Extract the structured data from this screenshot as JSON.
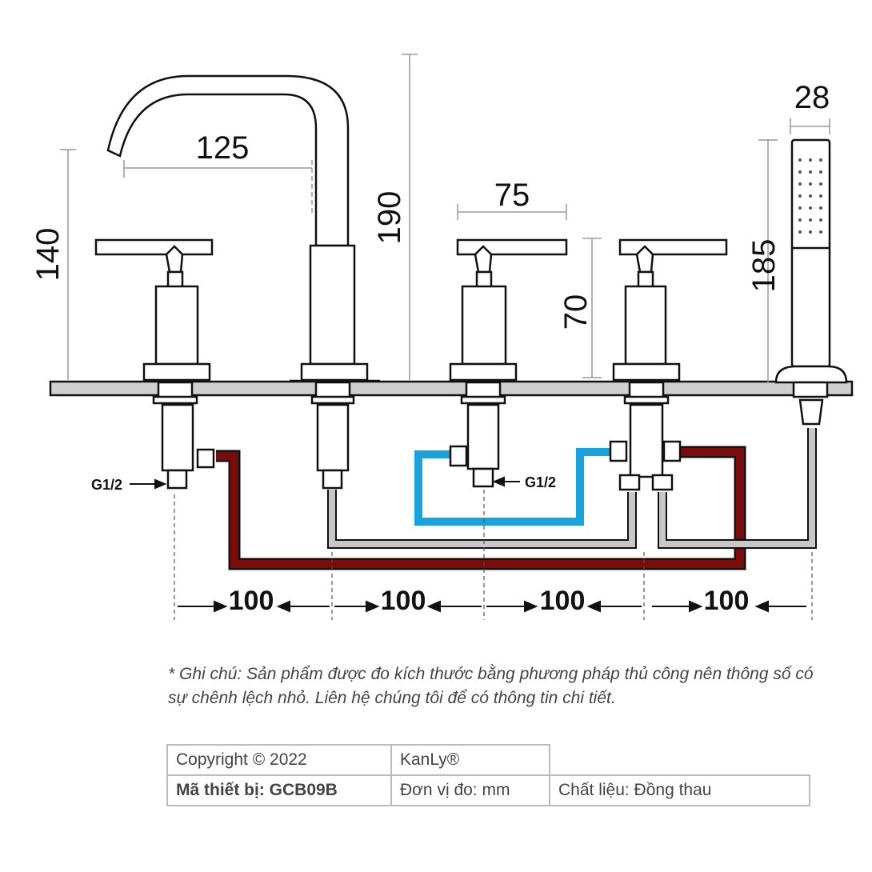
{
  "dimensions": {
    "spout_reach": "125",
    "handle_height": "140",
    "spout_height": "190",
    "handle_width": "75",
    "valve_height": "70",
    "handshower_height": "185",
    "handshower_width": "28",
    "spacing": [
      "100",
      "100",
      "100",
      "100"
    ]
  },
  "labels": {
    "inlet_left": "G1/2",
    "inlet_center": "G1/2"
  },
  "colors": {
    "hot_pipe": "#7a0c0c",
    "cold_pipe": "#19a3dd",
    "mixed_pipe": "#c8c8c8",
    "deck": "#cfcfcf"
  },
  "note": "* Ghi chú: Sản phẩm được đo kích thước bằng phương pháp thủ công nên thông số có sự chênh lệch nhỏ. Liên hệ chúng tôi để có thông tin chi tiết.",
  "info_table": {
    "copyright": "Copyright © 2022",
    "brand": "KanLy®",
    "model": "Mã thiết bị: GCB09B",
    "unit": "Đơn vị đo: mm",
    "material": "Chất liệu: Đồng thau"
  }
}
